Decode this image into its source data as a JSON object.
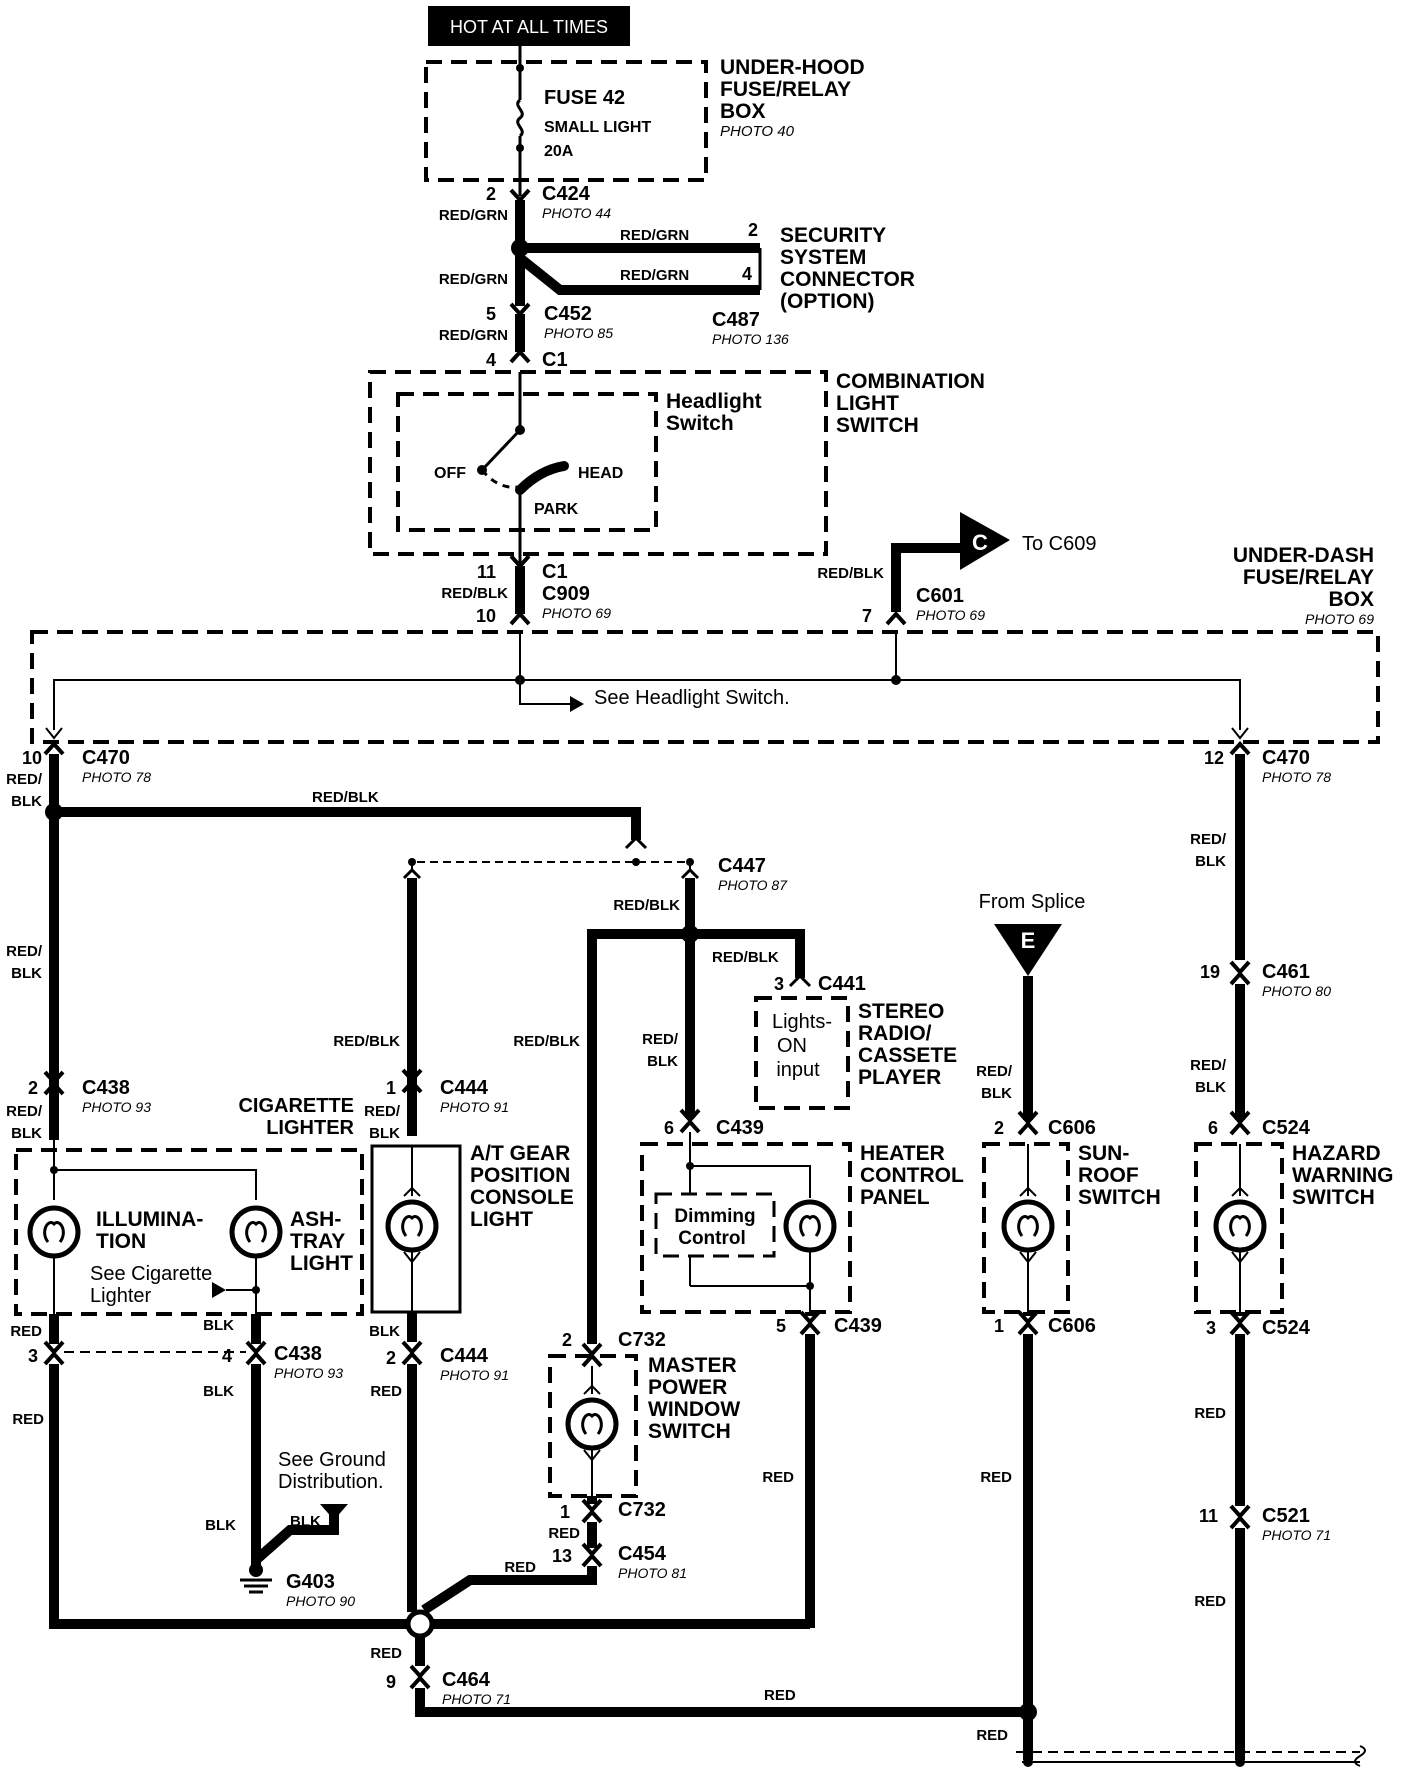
{
  "header": {
    "hot_label": "HOT AT ALL TIMES"
  },
  "fuse_box": {
    "fuse": "FUSE 42",
    "name": "SMALL LIGHT",
    "rating": "20A",
    "title_l1": "UNDER-HOOD",
    "title_l2": "FUSE/RELAY",
    "title_l3": "BOX",
    "photo": "PHOTO 40"
  },
  "c424": {
    "pin": "2",
    "wire": "RED/GRN",
    "id": "C424",
    "photo": "PHOTO 44"
  },
  "security": {
    "wire_a": "RED/GRN",
    "wire_b": "RED/GRN",
    "pin_a": "2",
    "pin_b": "4",
    "l1": "SECURITY",
    "l2": "SYSTEM",
    "l3": "CONNECTOR",
    "l4": "(OPTION)",
    "conn": "C487",
    "photo": "PHOTO 136",
    "wire_left": "RED/GRN"
  },
  "c452": {
    "pin": "5",
    "wire": "RED/GRN",
    "id": "C452",
    "photo": "PHOTO 85"
  },
  "c1_top": {
    "pin": "4",
    "id": "C1"
  },
  "combo": {
    "l1": "COMBINATION",
    "l2": "LIGHT",
    "l3": "SWITCH",
    "sw1": "Headlight",
    "sw2": "Switch",
    "off": "OFF",
    "head": "HEAD",
    "park": "PARK"
  },
  "c1_bottom": {
    "pin": "11",
    "id": "C1",
    "wire": "RED/BLK",
    "c909": "C909",
    "pin2": "10",
    "photo": "PHOTO 69"
  },
  "c601": {
    "wire": "RED/BLK",
    "id": "C601",
    "pin": "7",
    "photo": "PHOTO 69",
    "flag": "C",
    "to": "To  C609"
  },
  "underdash": {
    "l1": "UNDER-DASH",
    "l2": "FUSE/RELAY",
    "l3": "BOX",
    "photo": "PHOTO 69",
    "see": "See Headlight Switch."
  },
  "c470_left": {
    "pin": "10",
    "id": "C470",
    "photo": "PHOTO 78",
    "wire1": "RED/",
    "wire2": "BLK"
  },
  "c470_right": {
    "pin": "12",
    "id": "C470",
    "photo": "PHOTO 78"
  },
  "top_bus": {
    "wire": "RED/BLK"
  },
  "c447": {
    "id": "C447",
    "photo": "PHOTO 87",
    "wire": "RED/BLK",
    "wire2": "RED/BLK"
  },
  "c441": {
    "pin": "3",
    "id": "C441",
    "box1": "Lights-",
    "box2": "ON",
    "box3": "input",
    "t1": "STEREO",
    "t2": "RADIO/",
    "t3": "CASSETE",
    "t4": "PLAYER"
  },
  "left_col": {
    "wire1": "RED/",
    "wire2": "BLK",
    "c438_pin": "2",
    "c438": "C438",
    "c438_photo": "PHOTO 93",
    "w3": "RED/",
    "w4": "BLK"
  },
  "cig": {
    "t1": "CIGARETTE",
    "t2": "LIGHTER",
    "ill1": "ILLUMINA-",
    "ill2": "TION",
    "ash1": "ASH-",
    "ash2": "TRAY",
    "ash3": "LIGHT",
    "see1": "See Cigarette",
    "see2": "Lighter"
  },
  "c438b": {
    "red": "RED",
    "blk": "BLK",
    "pin_l": "3",
    "pin_r": "4",
    "id": "C438",
    "photo": "PHOTO 93",
    "blk2": "BLK",
    "red2": "RED"
  },
  "ground": {
    "see1": "See Ground",
    "see2": "Distribution.",
    "blk": "BLK",
    "blk2": "BLK",
    "id": "G403",
    "photo": "PHOTO 90"
  },
  "atgear": {
    "wire": "RED/BLK",
    "w1": "RED/",
    "w2": "BLK",
    "pin": "1",
    "id": "C444",
    "photo": "PHOTO 91",
    "t1": "A/T GEAR",
    "t2": "POSITION",
    "t3": "CONSOLE",
    "t4": "LIGHT",
    "blk": "BLK",
    "pin2": "2",
    "id2": "C444",
    "photo2": "PHOTO 91",
    "red": "RED"
  },
  "mpw": {
    "wire": "RED/BLK",
    "pin": "2",
    "id": "C732",
    "t1": "MASTER",
    "t2": "POWER",
    "t3": "WINDOW",
    "t4": "SWITCH",
    "pin2": "1",
    "id2": "C732",
    "red": "RED",
    "pin3": "13",
    "id3": "C454",
    "photo3": "PHOTO 81",
    "red2": "RED"
  },
  "heater": {
    "w1": "RED/",
    "w2": "BLK",
    "pin": "6",
    "id": "C439",
    "t1": "HEATER",
    "t2": "CONTROL",
    "t3": "PANEL",
    "dim1": "Dimming",
    "dim2": "Control",
    "pin2": "5",
    "id2": "C439",
    "red": "RED"
  },
  "sunroof": {
    "from": "From Splice",
    "flag": "E",
    "w1": "RED/",
    "w2": "BLK",
    "pin": "2",
    "id": "C606",
    "t1": "SUN-",
    "t2": "ROOF",
    "t3": "SWITCH",
    "pin2": "1",
    "id2": "C606",
    "red": "RED"
  },
  "hazard": {
    "w1": "RED/",
    "w2": "BLK",
    "pin_c461": "19",
    "c461": "C461",
    "c461_photo": "PHOTO 80",
    "w3": "RED/",
    "w4": "BLK",
    "pin": "6",
    "id": "C524",
    "t1": "HAZARD",
    "t2": "WARNING",
    "t3": "SWITCH",
    "pin2": "3",
    "id2": "C524",
    "red": "RED",
    "pin3": "11",
    "id3": "C521",
    "photo3": "PHOTO 71",
    "red2": "RED"
  },
  "c464": {
    "red": "RED",
    "pin": "9",
    "id": "C464",
    "photo": "PHOTO 71",
    "red_bus": "RED",
    "red3": "RED"
  }
}
